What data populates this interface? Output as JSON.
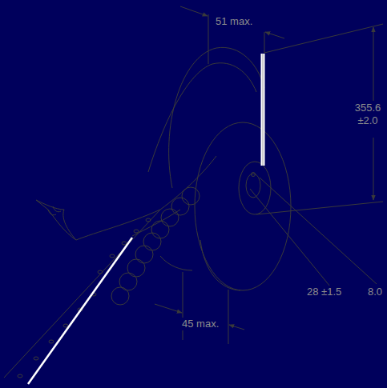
{
  "diagram": {
    "labels": [
      "51 max.",
      "355.6 ±2.0",
      "28 ±1.5",
      "8.0",
      "45 max."
    ]
  }
}
